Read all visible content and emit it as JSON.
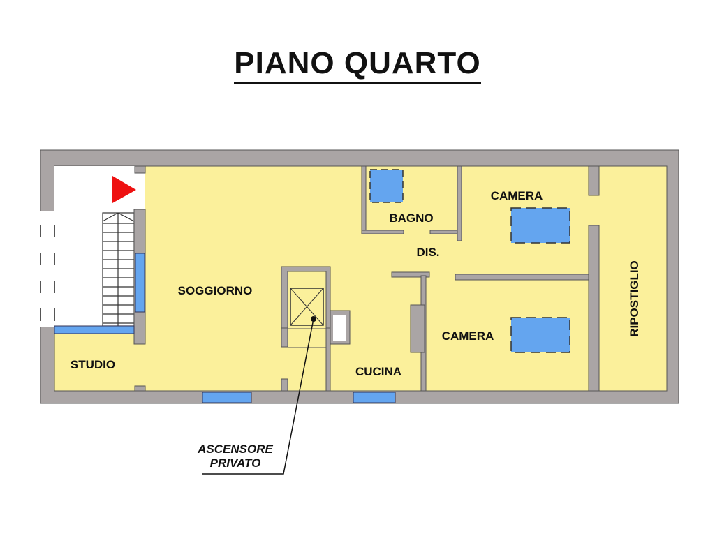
{
  "title": "PIANO QUARTO",
  "rooms": {
    "soggiorno": "SOGGIORNO",
    "studio": "STUDIO",
    "bagno": "BAGNO",
    "dis": "DIS.",
    "camera1": "CAMERA",
    "camera2": "CAMERA",
    "cucina": "CUCINA",
    "ripostiglio": "RIPOSTIGLIO"
  },
  "annotation": {
    "line1": "ASCENSORE",
    "line2": "PRIVATO"
  },
  "colors": {
    "wall": "#aaa5a5",
    "floor": "#fbf09b",
    "window": "#64a5ef",
    "entry_arrow": "#ee1111"
  }
}
